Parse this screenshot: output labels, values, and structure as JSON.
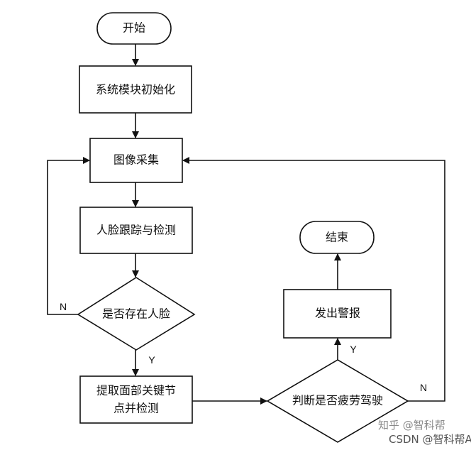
{
  "flowchart": {
    "nodes": {
      "start": "开始",
      "init": "系统模块初始化",
      "capture": "图像采集",
      "face_track": "人脸跟踪与检测",
      "has_face": "是否存在人脸",
      "extract_line1": "提取面部关键节",
      "extract_line2": "点并检测",
      "fatigue": "判断是否疲劳驾驶",
      "alarm": "发出警报",
      "end": "结束"
    },
    "edge_labels": {
      "face_no": "N",
      "face_yes": "Y",
      "fatigue_yes": "Y",
      "fatigue_no": "N"
    }
  },
  "watermark": {
    "line1": "知乎 @智科帮",
    "line2": "CSDN @智科帮AI"
  },
  "colors": {
    "stroke": "#111111",
    "background": "#ffffff"
  }
}
